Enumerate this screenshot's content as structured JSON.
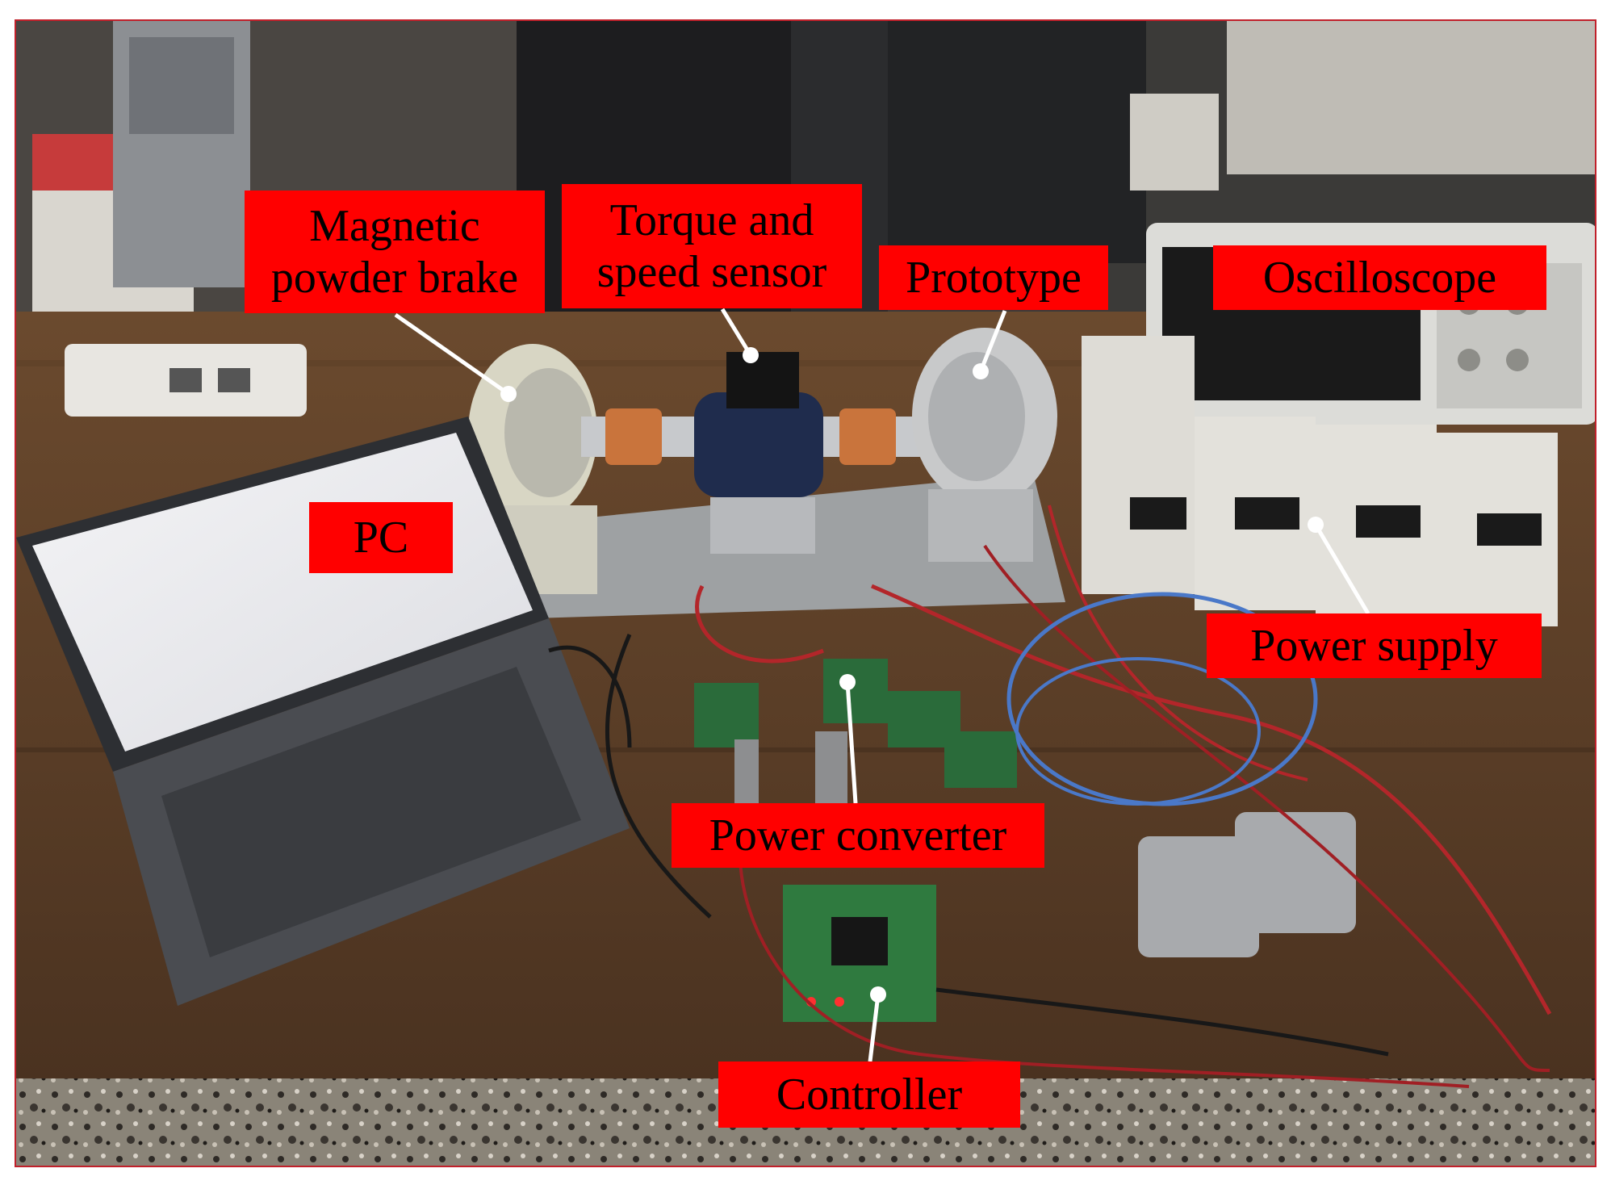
{
  "labels": {
    "brake_line1": "Magnetic",
    "brake_line2": "powder brake",
    "sensor_line1": "Torque and",
    "sensor_line2": "speed sensor",
    "prototype": "Prototype",
    "oscilloscope": "Oscilloscope",
    "pc": "PC",
    "power_supply": "Power supply",
    "power_converter": "Power converter",
    "controller": "Controller"
  },
  "colors": {
    "label_background": "#ff0000",
    "label_text": "#000000",
    "frame_border": "#c0202a",
    "leader_line": "#ffffff"
  }
}
